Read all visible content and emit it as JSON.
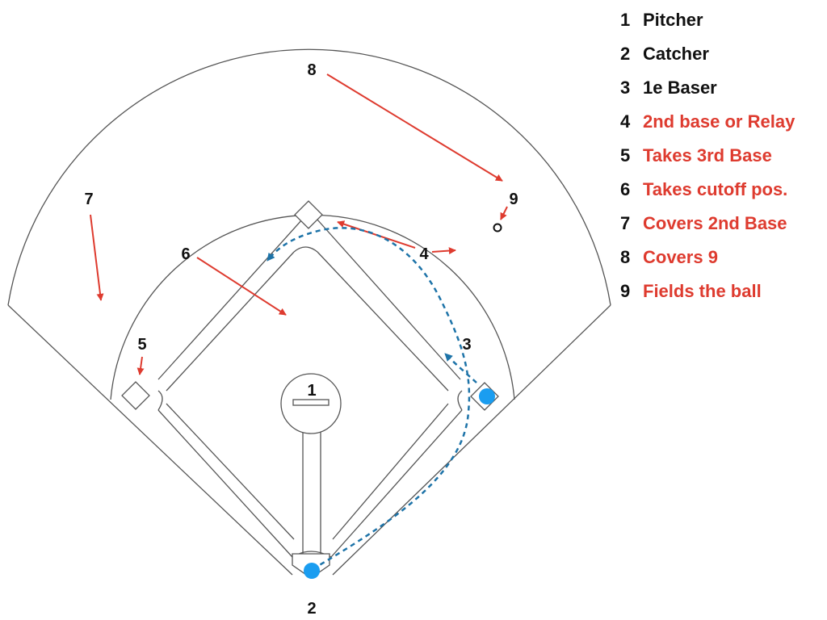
{
  "colors": {
    "line": "#555555",
    "highlight": "#de3b2f",
    "path": "#1d73a8",
    "dot": "#1a9df0",
    "text": "#111111"
  },
  "positions": [
    {
      "num": "1",
      "label": "Pitcher",
      "highlight": false
    },
    {
      "num": "2",
      "label": "Catcher",
      "highlight": false
    },
    {
      "num": "3",
      "label": "1e Baser",
      "highlight": false
    },
    {
      "num": "4",
      "label": "2nd base or Relay",
      "highlight": true
    },
    {
      "num": "5",
      "label": "Takes 3rd Base",
      "highlight": true
    },
    {
      "num": "6",
      "label": "Takes cutoff pos.",
      "highlight": true
    },
    {
      "num": "7",
      "label": "Covers 2nd Base",
      "highlight": true
    },
    {
      "num": "8",
      "label": "Covers 9",
      "highlight": true
    },
    {
      "num": "9",
      "label": "Fields the ball",
      "highlight": true
    }
  ]
}
